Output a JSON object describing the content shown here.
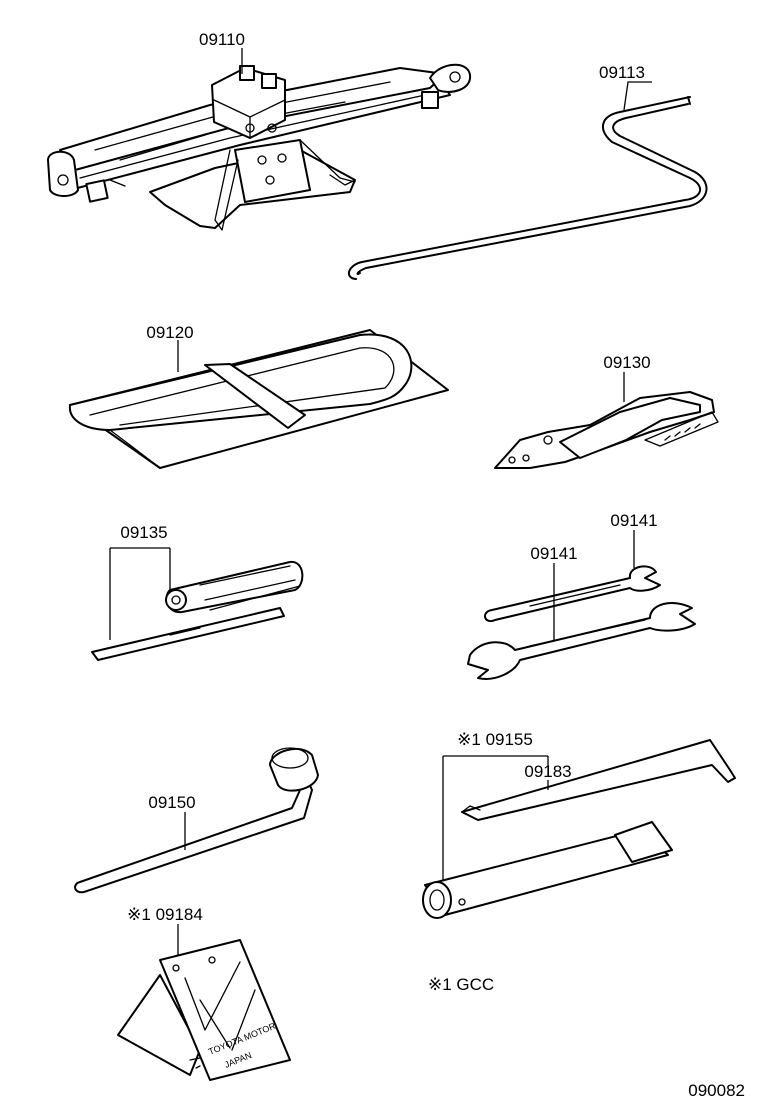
{
  "parts": [
    {
      "id": "jack",
      "number": "09110"
    },
    {
      "id": "jack_handle",
      "number": "09113"
    },
    {
      "id": "tool_bag",
      "number": "09120"
    },
    {
      "id": "pliers",
      "number": "09130"
    },
    {
      "id": "screwdriver",
      "number": "09135"
    },
    {
      "id": "wrench_small",
      "number": "09141"
    },
    {
      "id": "wrench_large",
      "number": "09141"
    },
    {
      "id": "lug_wrench",
      "number": "09150"
    },
    {
      "id": "wheel_nut_wrench",
      "number": "※1 09155"
    },
    {
      "id": "handle_bar",
      "number": "09183"
    },
    {
      "id": "wheel_chock",
      "number": "※1 09184"
    }
  ],
  "chock_text": {
    "line1": "TOYOTA MOTOR",
    "line2": "JAPAN"
  },
  "footnote": "※1  GCC",
  "diagram_id": "090082"
}
